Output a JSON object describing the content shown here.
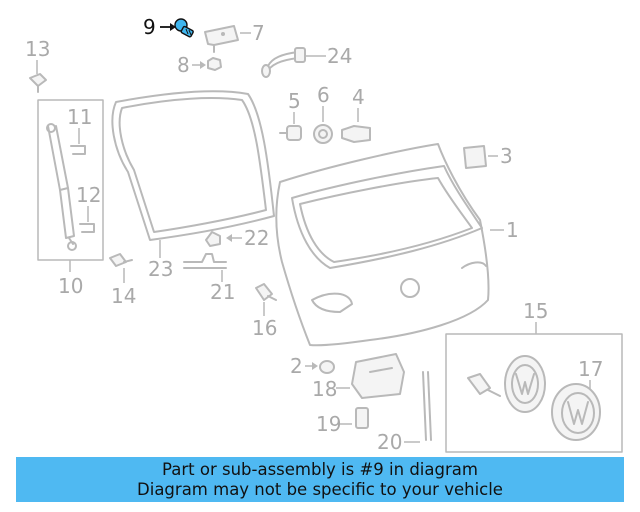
{
  "callouts": {
    "n1": "1",
    "n2": "2",
    "n3": "3",
    "n4": "4",
    "n5": "5",
    "n6": "6",
    "n7": "7",
    "n8": "8",
    "n9": "9",
    "n10": "10",
    "n11": "11",
    "n12": "12",
    "n13": "13",
    "n14": "14",
    "n15": "15",
    "n16": "16",
    "n17": "17",
    "n18": "18",
    "n19": "19",
    "n20": "20",
    "n21": "21",
    "n22": "22",
    "n23": "23",
    "n24": "24"
  },
  "highlight": {
    "part": "9",
    "color": "#3fb6ef"
  },
  "banner": {
    "line1": "Part or sub-assembly is #9 in diagram",
    "line2": "Diagram may not be specific to your vehicle",
    "color": "#4fb9f2"
  }
}
